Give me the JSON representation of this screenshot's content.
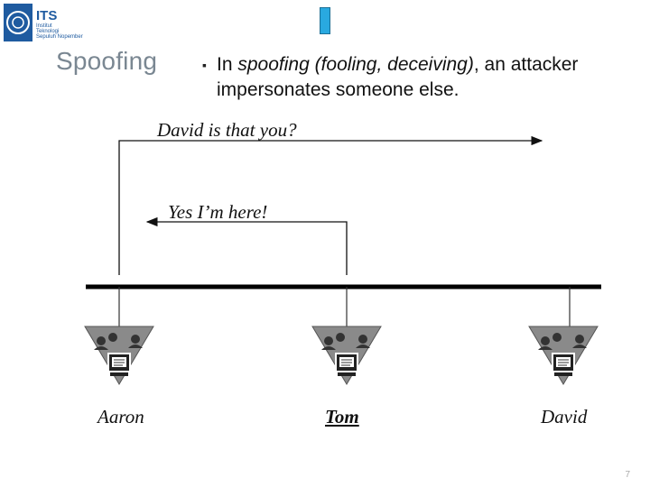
{
  "header": {
    "logo_lines": [
      "ITS",
      "Institut",
      "Teknologi",
      "Sepuluh Nopember"
    ],
    "accent_color": "#29a9e0"
  },
  "slide": {
    "title": "Spoofing",
    "bullet_marker": "▪",
    "bullet_normal": "In ",
    "bullet_italic": "spoofing (fooling, deceiving)",
    "bullet_rest": ", an attacker impersonates someone else."
  },
  "diagram": {
    "message_request": "David is that you?",
    "message_reply": "Yes I’m here!",
    "nodes": {
      "aaron": "Aaron",
      "tom": "Tom",
      "david": "David"
    },
    "icon_name": "workstation-user-icon"
  },
  "footer": {
    "page_number": "7"
  }
}
